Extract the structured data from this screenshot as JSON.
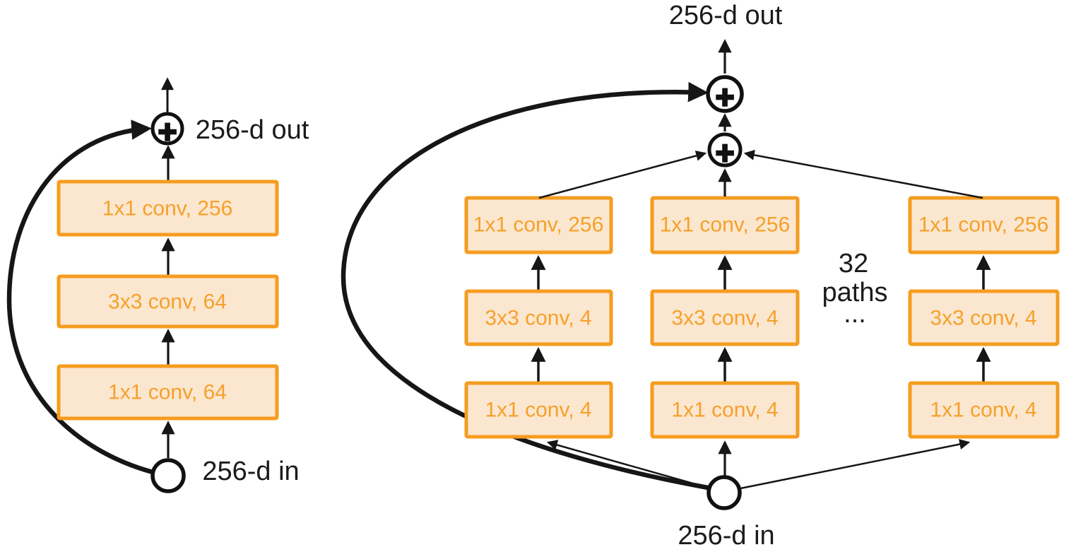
{
  "figure": {
    "left_block": {
      "out_label": "256-d out",
      "in_label": "256-d in",
      "plus": "+",
      "boxes": [
        "1x1 conv, 256",
        "3x3 conv, 64",
        "1x1 conv, 64"
      ]
    },
    "right_block": {
      "out_label": "256-d out",
      "in_label": "256-d in",
      "plus": "+",
      "paths_count": "32",
      "paths_word": "paths",
      "ellipsis": "...",
      "box_labels": [
        "1x1 conv, 256",
        "3x3 conv, 4",
        "1x1 conv, 4"
      ]
    },
    "icons": {
      "add_icon": "+",
      "arrowhead_icon": "filled-triangle"
    },
    "colors": {
      "box_border": "#F59C20",
      "box_fill": "#FBE7CF",
      "box_text": "#F6A02B",
      "line": "#161616",
      "background": "#FFFFFF"
    }
  }
}
